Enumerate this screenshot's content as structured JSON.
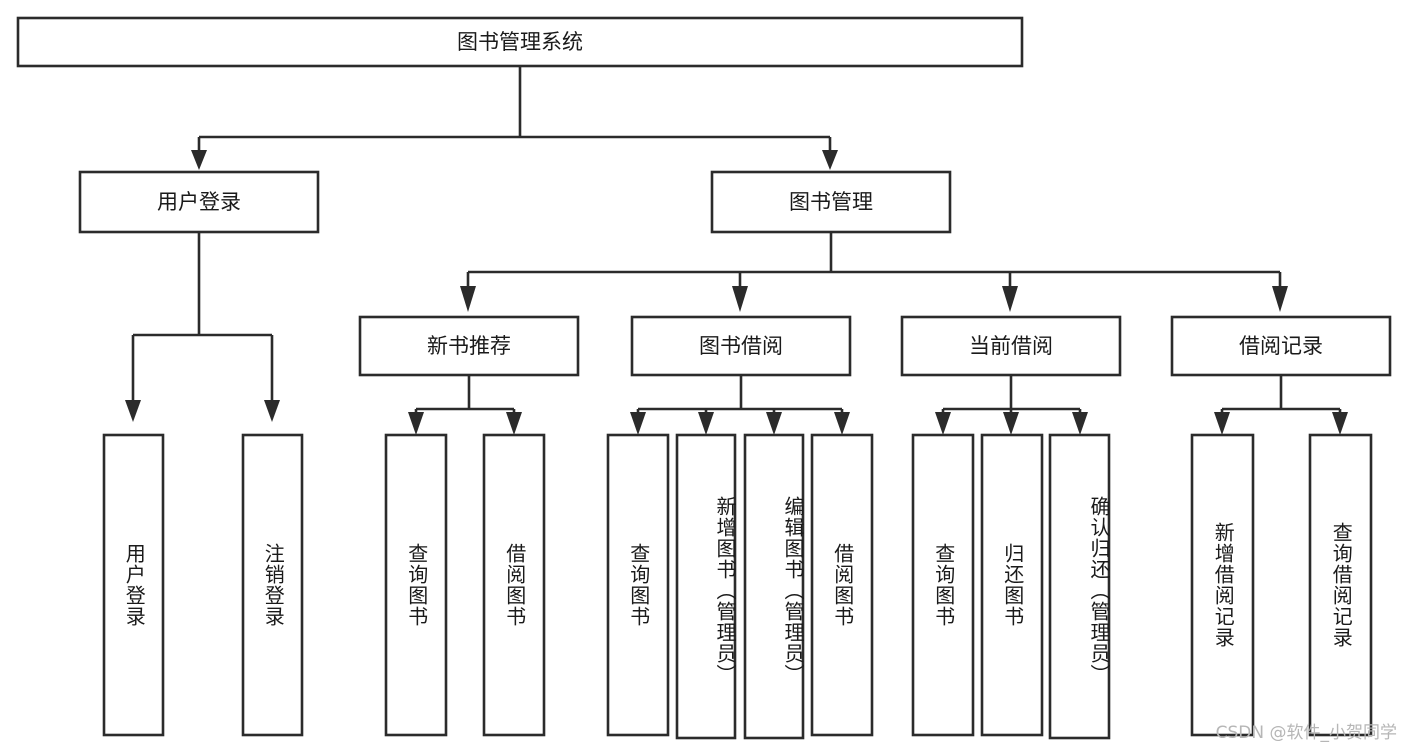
{
  "diagram": {
    "title_node": {
      "label": "图书管理系统"
    },
    "level2": [
      {
        "label": "用户登录"
      },
      {
        "label": "图书管理"
      }
    ],
    "level3": [
      {
        "label": "新书推荐"
      },
      {
        "label": "图书借阅"
      },
      {
        "label": "当前借阅"
      },
      {
        "label": "借阅记录"
      }
    ],
    "leaves": {
      "user_login": [
        {
          "label": "用户登录"
        },
        {
          "label": "注销登录"
        }
      ],
      "new_book_recommend": [
        {
          "label": "查询图书"
        },
        {
          "label": "借阅图书"
        }
      ],
      "book_borrow": [
        {
          "label": "查询图书"
        },
        {
          "label": "新增图书（管理员）"
        },
        {
          "label": "编辑图书（管理员）"
        },
        {
          "label": "借阅图书"
        }
      ],
      "current_borrow": [
        {
          "label": "查询图书"
        },
        {
          "label": "归还图书"
        },
        {
          "label": "确认归还（管理员）"
        }
      ],
      "borrow_record": [
        {
          "label": "新增借阅记录"
        },
        {
          "label": "查询借阅记录"
        }
      ]
    },
    "watermark": "CSDN @软件_小贺同学",
    "colors": {
      "stroke": "#2b2b2b",
      "box_fill": "#ffffff",
      "text": "#1a1a1a",
      "watermark": "#b6b6b6",
      "background": "#ffffff"
    }
  }
}
